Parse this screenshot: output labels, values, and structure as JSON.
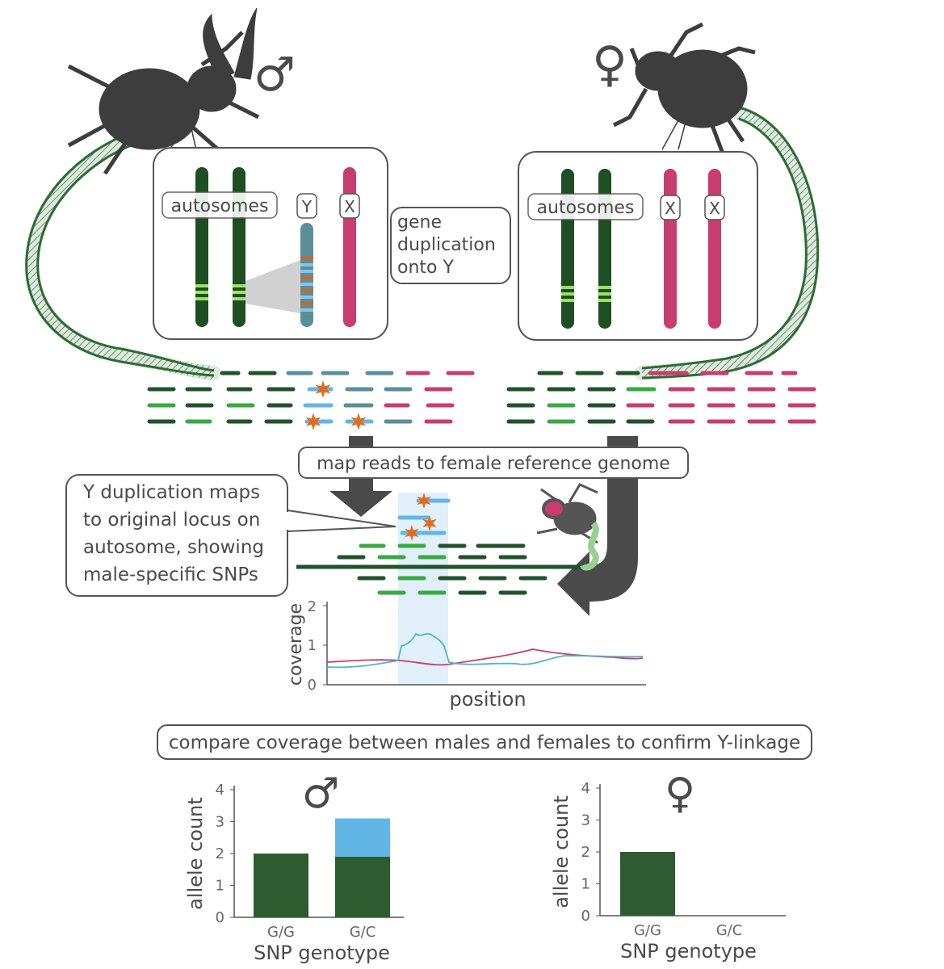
{
  "colors": {
    "beetle": "#3d3d3d",
    "dna": "#2e6b34",
    "autosome": "#1f4d24",
    "autosome_band": "#9be264",
    "y_chrom": "#5b8f98",
    "y_band_blue": "#86c5ea",
    "y_band_orange": "#c6672e",
    "x_chrom": "#c93d6e",
    "read_dark": "#22522a",
    "read_light": "#3aa843",
    "read_blue": "#62b6e6",
    "read_teal": "#5b8f98",
    "read_pink": "#c93d6e",
    "snp_star": "#e26b1e",
    "arrow": "#4a4a4a",
    "highlight": "#d5e9f6",
    "male_symbol": "#4f8a93",
    "female_symbol": "#c93d6e",
    "bar_dark": "#2f5b31",
    "bar_blue": "#62b6e6"
  },
  "male_panel": {
    "symbol": "♂",
    "autosomes_label": "autosomes",
    "y_label": "Y",
    "x_label": "X",
    "callout": [
      "gene",
      "duplication",
      "onto Y"
    ]
  },
  "female_panel": {
    "symbol": "♀",
    "autosomes_label": "autosomes",
    "x1_label": "X",
    "x2_label": "X"
  },
  "map_step": {
    "label": "map reads to female reference genome"
  },
  "y_callout": [
    "Y duplication maps",
    "to original locus on",
    "autosome, showing",
    "male-specific SNPs"
  ],
  "coverage_plot": {
    "ylabel": "coverage",
    "xlabel": "position",
    "ticks": [
      "0",
      "1",
      "2"
    ]
  },
  "compare_step": {
    "label": "compare coverage between males and females to confirm Y-linkage"
  },
  "chart_data": [
    {
      "type": "bar",
      "symbol": "♂",
      "categories": [
        "G/G",
        "G/C"
      ],
      "series": [
        {
          "values": [
            2,
            1.9
          ]
        },
        {
          "values": [
            0,
            1.2
          ]
        }
      ],
      "xlabel": "SNP genotype",
      "ylabel": "allele count",
      "ylim": [
        0,
        4
      ],
      "yticks": [
        "0",
        "1",
        "2",
        "3",
        "4"
      ]
    },
    {
      "type": "bar",
      "symbol": "♀",
      "categories": [
        "G/G",
        "G/C"
      ],
      "series": [
        {
          "values": [
            2,
            0
          ]
        }
      ],
      "xlabel": "SNP genotype",
      "ylabel": "allele count",
      "ylim": [
        0,
        4
      ],
      "yticks": [
        "0",
        "1",
        "2",
        "3",
        "4"
      ]
    }
  ]
}
